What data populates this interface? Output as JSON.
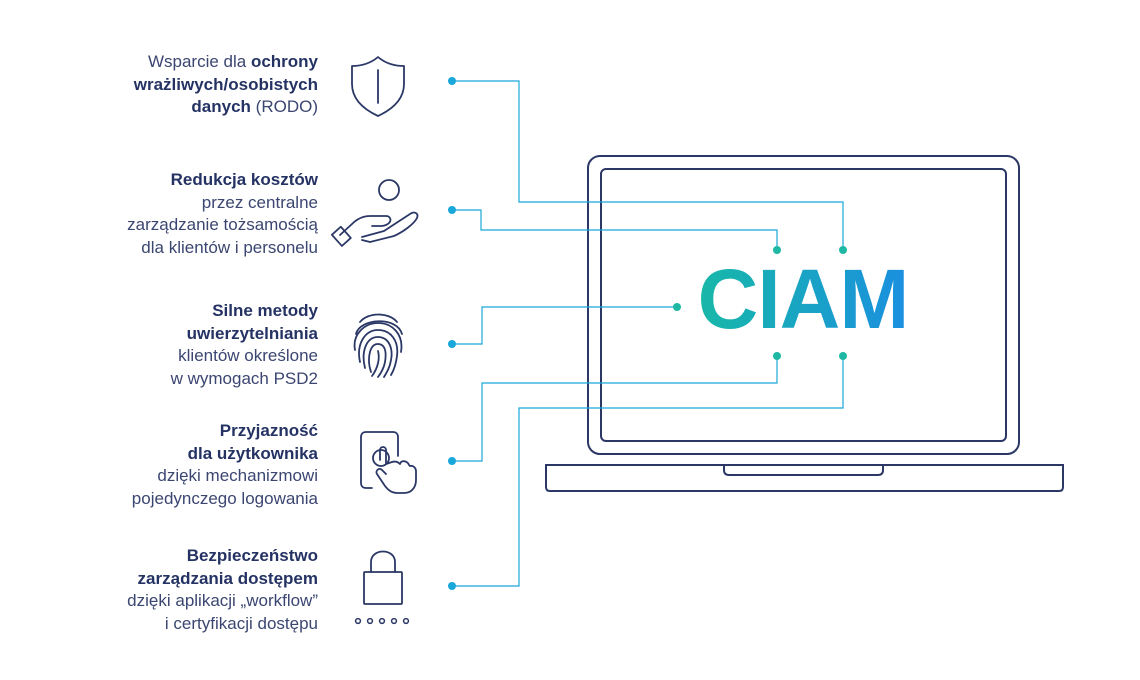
{
  "center_label": "CIAM",
  "colors": {
    "navy": "#2b3866",
    "line": "#1aa7d9",
    "dot": "#1fb8a4",
    "gradient_start": "#18b8a8",
    "gradient_end": "#1a8fe0"
  },
  "features": [
    {
      "icon": "shield-icon",
      "lines": [
        [
          {
            "t": "Wsparcie dla ",
            "b": false
          },
          {
            "t": "ochrony",
            "b": true
          }
        ],
        [
          {
            "t": "wrażliwych/osobistych",
            "b": true
          }
        ],
        [
          {
            "t": "danych",
            "b": true
          },
          {
            "t": " (RODO)",
            "b": false
          }
        ]
      ]
    },
    {
      "icon": "hand-coin-icon",
      "lines": [
        [
          {
            "t": "Redukcja kosztów",
            "b": true
          }
        ],
        [
          {
            "t": "przez centralne",
            "b": false
          }
        ],
        [
          {
            "t": "zarządzanie tożsamością",
            "b": false
          }
        ],
        [
          {
            "t": "dla klientów i personelu",
            "b": false
          }
        ]
      ]
    },
    {
      "icon": "fingerprint-icon",
      "lines": [
        [
          {
            "t": "Silne metody",
            "b": true
          }
        ],
        [
          {
            "t": "uwierzytelniania",
            "b": true
          }
        ],
        [
          {
            "t": "klientów określone",
            "b": false
          }
        ],
        [
          {
            "t": "w wymogach PSD2",
            "b": false
          }
        ]
      ]
    },
    {
      "icon": "touch-screen-icon",
      "lines": [
        [
          {
            "t": "Przyjazność",
            "b": true
          }
        ],
        [
          {
            "t": "dla użytkownika",
            "b": true
          }
        ],
        [
          {
            "t": "dzięki mechanizmowi",
            "b": false
          }
        ],
        [
          {
            "t": "pojedynczego logowania",
            "b": false
          }
        ]
      ]
    },
    {
      "icon": "padlock-password-icon",
      "lines": [
        [
          {
            "t": "Bezpieczeństwo",
            "b": true
          }
        ],
        [
          {
            "t": "zarządzania dostępem",
            "b": true
          }
        ],
        [
          {
            "t": "dzięki aplikacji „workflow”",
            "b": false
          }
        ],
        [
          {
            "t": "i certyfikacji dostępu",
            "b": false
          }
        ]
      ]
    }
  ]
}
